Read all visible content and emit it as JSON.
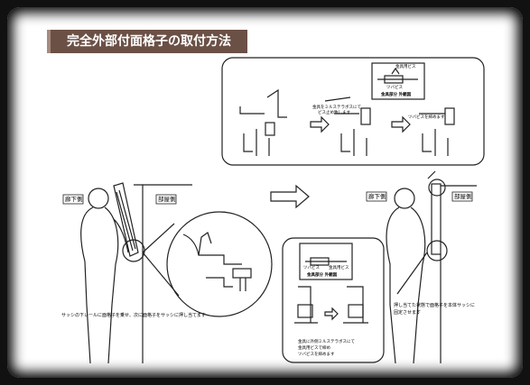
{
  "title": "完全外部付面格子の取付方法",
  "labels": {
    "hallway_left": "廊下側",
    "room_left": "部屋側",
    "hallway_right": "廊下側",
    "room_right": "部屋側"
  },
  "top_panel": {
    "inset_top": "金具用ビス",
    "inset_mid": "ツバビス",
    "inset_bottom": "金具部分 外観図",
    "step1": "金具をミルステラボスにて",
    "step1b": "ビス止め致します",
    "step2": "ツバビスを締めます"
  },
  "bottom_panel": {
    "inset_a": "ツバビス",
    "inset_b": "金具用ビス",
    "inset_c": "金具部分 外観図",
    "note1": "金具に外側ミルステラボスにて",
    "note2": "金具用ビスで締め",
    "note3": "ツバビスを締めます"
  },
  "captions": {
    "left": "サッシの下レールに面格子を乗せ、次に面格子をサッシに押し当てます",
    "right_1": "押し当てた状態で面格子を本体サッシに",
    "right_2": "固定させます"
  }
}
